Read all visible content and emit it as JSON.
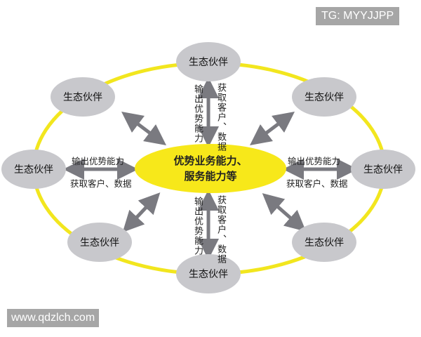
{
  "watermark_top": "TG: MYYJJPP",
  "watermark_bottom": "www.qdzlch.com",
  "center": {
    "line1": "优势业务能力、",
    "line2": "服务能力等"
  },
  "partner_label": "生态伙伴",
  "flow_out": "输出优势能力",
  "flow_in": "获取客户、数据",
  "colors": {
    "ring": "#f2e61e",
    "center": "#f7e81a",
    "node": "#c8c8cc",
    "arrow": "#808080"
  }
}
